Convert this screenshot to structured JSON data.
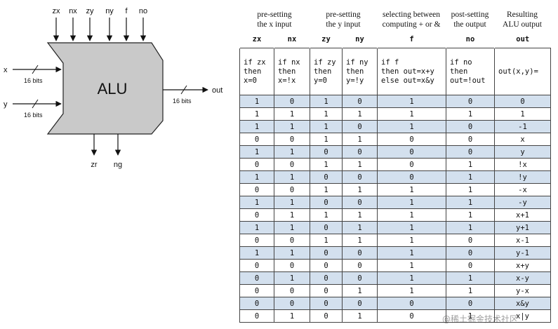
{
  "diagram": {
    "title": "ALU",
    "inputs_top": [
      "zx",
      "nx",
      "zy",
      "ny",
      "f",
      "no"
    ],
    "x_label": "x",
    "y_label": "y",
    "out_label": "out",
    "outputs_bottom": [
      "zr",
      "ng"
    ],
    "bus_width": "16 bits"
  },
  "headers": [
    "pre-setting\nthe x input",
    "pre-setting\nthe y input",
    "selecting between\ncomputing + or &",
    "post-setting\nthe output",
    "Resulting\nALU output"
  ],
  "columns": [
    "zx",
    "nx",
    "zy",
    "ny",
    "f",
    "no",
    "out"
  ],
  "descriptions": [
    "if zx\nthen\nx=0",
    "if nx\nthen\nx=!x",
    "if zy\nthen\ny=0",
    "if ny\nthen\ny=!y",
    "if f\nthen out=x+y\nelse out=x&y",
    "if no\nthen\nout=!out",
    "out(x,y)="
  ],
  "rows": [
    [
      "1",
      "0",
      "1",
      "0",
      "1",
      "0",
      "0"
    ],
    [
      "1",
      "1",
      "1",
      "1",
      "1",
      "1",
      "1"
    ],
    [
      "1",
      "1",
      "1",
      "0",
      "1",
      "0",
      "-1"
    ],
    [
      "0",
      "0",
      "1",
      "1",
      "0",
      "0",
      "x"
    ],
    [
      "1",
      "1",
      "0",
      "0",
      "0",
      "0",
      "y"
    ],
    [
      "0",
      "0",
      "1",
      "1",
      "0",
      "1",
      "!x"
    ],
    [
      "1",
      "1",
      "0",
      "0",
      "0",
      "1",
      "!y"
    ],
    [
      "0",
      "0",
      "1",
      "1",
      "1",
      "1",
      "-x"
    ],
    [
      "1",
      "1",
      "0",
      "0",
      "1",
      "1",
      "-y"
    ],
    [
      "0",
      "1",
      "1",
      "1",
      "1",
      "1",
      "x+1"
    ],
    [
      "1",
      "1",
      "0",
      "1",
      "1",
      "1",
      "y+1"
    ],
    [
      "0",
      "0",
      "1",
      "1",
      "1",
      "0",
      "x-1"
    ],
    [
      "1",
      "1",
      "0",
      "0",
      "1",
      "0",
      "y-1"
    ],
    [
      "0",
      "0",
      "0",
      "0",
      "1",
      "0",
      "x+y"
    ],
    [
      "0",
      "1",
      "0",
      "0",
      "1",
      "1",
      "x-y"
    ],
    [
      "0",
      "0",
      "0",
      "1",
      "1",
      "1",
      "y-x"
    ],
    [
      "0",
      "0",
      "0",
      "0",
      "0",
      "0",
      "x&y"
    ],
    [
      "0",
      "1",
      "0",
      "1",
      "0",
      "1",
      "x|y"
    ]
  ],
  "watermark": "@稀土掘金技术社区"
}
